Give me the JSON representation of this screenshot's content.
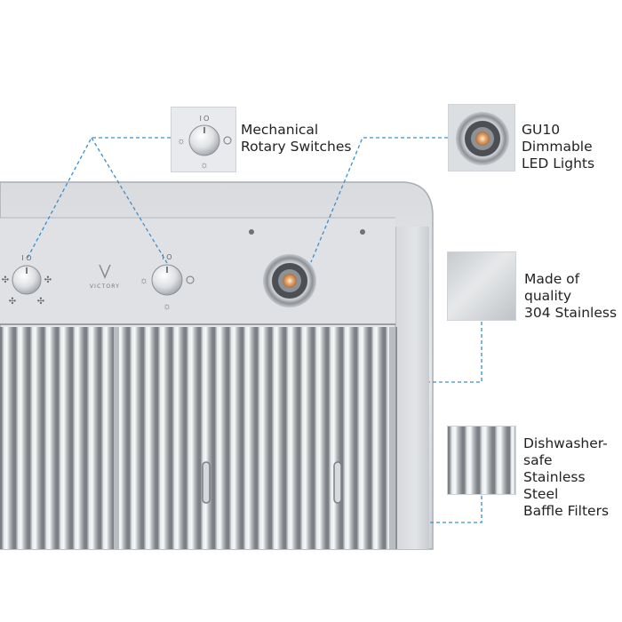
{
  "callouts": {
    "switches": {
      "line1": "Mechanical",
      "line2": "Rotary Switches"
    },
    "lights": {
      "line1": "GU10 Dimmable",
      "line2": "LED Lights"
    },
    "material": {
      "line1": "Made of quality",
      "line2": "304 Stainless"
    },
    "filters": {
      "line1": "Dishwasher-safe",
      "line2": "Stainless Steel",
      "line3": "Baffle Filters"
    }
  },
  "product": {
    "brand_logo_text": "VICTORY"
  },
  "colors": {
    "leader_line": "#3a8fd0",
    "steel_light": "#e4e6e9",
    "steel_mid": "#c9ccd0",
    "steel_dark": "#9ea2a7",
    "led": "#e0a070"
  },
  "icons": [
    "fan-icon",
    "light-icon",
    "knob-icon",
    "led-light-icon",
    "baffle-filter-icon",
    "handle-icon"
  ]
}
